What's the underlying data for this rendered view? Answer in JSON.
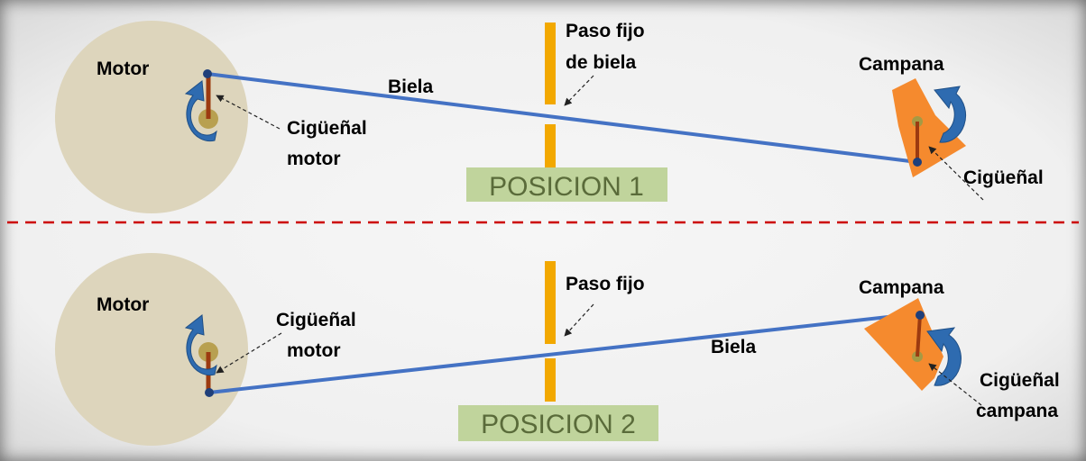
{
  "colors": {
    "motor_disc": "#ddd5bc",
    "rod": "#4472c4",
    "crank": "#9c3a10",
    "pivot": "#b8a050",
    "bell": "#f58a2e",
    "arrow": "#2e6bb0",
    "guide": "#f2a800",
    "divider": "#cc0000",
    "position_box": "#c0d49c"
  },
  "panel1": {
    "motor_label": "Motor",
    "crank_label_line1": "Cigüeñal",
    "crank_label_line2": "motor",
    "rod_label": "Biela",
    "guide_label_line1": "Paso fijo",
    "guide_label_line2": "de biela",
    "bell_label": "Campana",
    "bell_crank_label": "Cigüeñal",
    "position_label": "POSICION 1"
  },
  "panel2": {
    "motor_label": "Motor",
    "crank_label_line1": "Cigüeñal",
    "crank_label_line2": "motor",
    "rod_label": "Biela",
    "guide_label": "Paso fijo",
    "bell_label": "Campana",
    "bell_crank_label_line1": "Cigüeñal",
    "bell_crank_label_line2": "campana",
    "position_label": "POSICION 2"
  }
}
